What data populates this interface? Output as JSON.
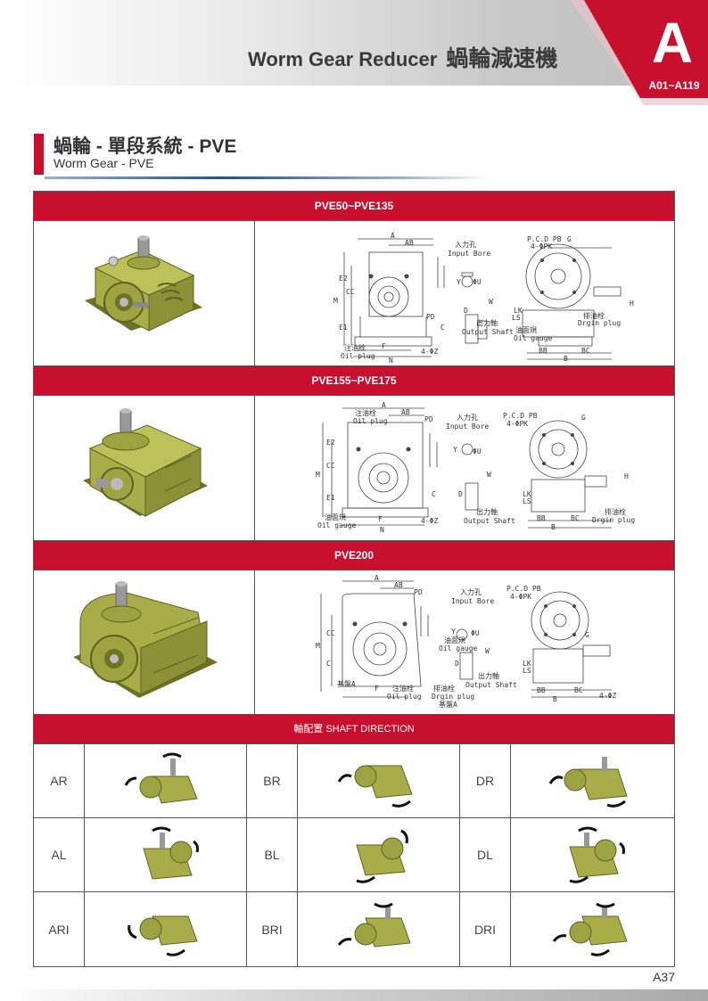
{
  "header": {
    "title_en": "Worm Gear Reducer",
    "title_zh": "蝸輪減速機",
    "section_letter": "A",
    "page_range": "A01~A119"
  },
  "section": {
    "title_zh": "蝸輪 - 單段系統 - PVE",
    "title_en": "Worm Gear - PVE"
  },
  "models": [
    {
      "band": "PVE50~PVE135",
      "labels": {
        "A": "A",
        "AB": "AB",
        "input_zh": "入力孔",
        "input_en": "Input Bore",
        "pcd": "P.C.D PB",
        "pk": "4-ΦPK",
        "G": "G",
        "E2": "E2",
        "M": "M",
        "CC": "CC",
        "E1": "E1",
        "PD": "PD",
        "C": "C",
        "F": "F",
        "N": "N",
        "Z": "4-ΦZ",
        "oilplug_zh": "注油栓",
        "oilplug_en": "Oil plug",
        "output_zh": "出力軸",
        "output_en": "Output Shaft",
        "oilgauge_zh": "油面規",
        "oilgauge_en": "Oil gauge",
        "drain_zh": "排油栓",
        "drain_en": "Drgin plug",
        "LK": "LK",
        "LS": "LS",
        "BB": "BB",
        "BC": "BC",
        "B": "B",
        "D": "D",
        "U": "ΦU",
        "Y": "Y",
        "W": "W",
        "H": "H"
      }
    },
    {
      "band": "PVE155~PVE175",
      "labels": {
        "A": "A",
        "AB": "AB",
        "input_zh": "入力孔",
        "input_en": "Input Bore",
        "pcd": "P.C.D PB",
        "pk": "4-ΦPK",
        "G": "G",
        "E2": "E2",
        "M": "M",
        "CC": "CC",
        "E1": "E1",
        "PD": "PD",
        "C": "C",
        "F": "F",
        "N": "N",
        "Z": "4-ΦZ",
        "oilplug_zh": "注油栓",
        "oilplug_en": "Oil plug",
        "output_zh": "出力軸",
        "output_en": "Output Shaft",
        "oilgauge_zh": "油面規",
        "oilgauge_en": "Oil gauge",
        "drain_zh": "排油栓",
        "drain_en": "Drgin plug",
        "LK": "LK",
        "LS": "LS",
        "BB": "BB",
        "BC": "BC",
        "B": "B",
        "D": "D",
        "U": "ΦU",
        "Y": "Y",
        "W": "W",
        "H": "H"
      }
    },
    {
      "band": "PVE200",
      "labels": {
        "A": "A",
        "AB": "AB",
        "input_zh": "入力孔",
        "input_en": "Input Bore",
        "pcd": "P.C.D PB",
        "pk": "4-ΦPK",
        "G": "G",
        "M": "M",
        "CC": "CC",
        "PD": "PD",
        "C": "C",
        "F": "F",
        "Z": "4-ΦZ",
        "oilplug_zh": "注油栓",
        "oilplug_en": "Oil plug",
        "output_zh": "出力軸",
        "output_en": "Output Shaft",
        "oilgauge_zh": "油面規",
        "oilgauge_en": "Oil gauge",
        "drain_zh": "排油栓",
        "drain_en": "Drgin plug",
        "LK": "LK",
        "LS": "LS",
        "BB": "BB",
        "BC": "BC",
        "B": "B",
        "D": "D",
        "U": "ΦU",
        "Y": "Y",
        "W": "W",
        "baseA": "基盤A"
      }
    }
  ],
  "shaft_direction": {
    "band_zh": "軸配置",
    "band_en": "SHAFT DIRECTION",
    "rows": [
      [
        "AR",
        "BR",
        "DR"
      ],
      [
        "AL",
        "BL",
        "DL"
      ],
      [
        "ARI",
        "BRI",
        "DRI"
      ]
    ]
  },
  "colors": {
    "accent": "#c8102e",
    "gear_body": "#a8ad4a",
    "gear_dark": "#6d7224",
    "shaft": "#888888"
  },
  "footer": {
    "page": "A37"
  }
}
